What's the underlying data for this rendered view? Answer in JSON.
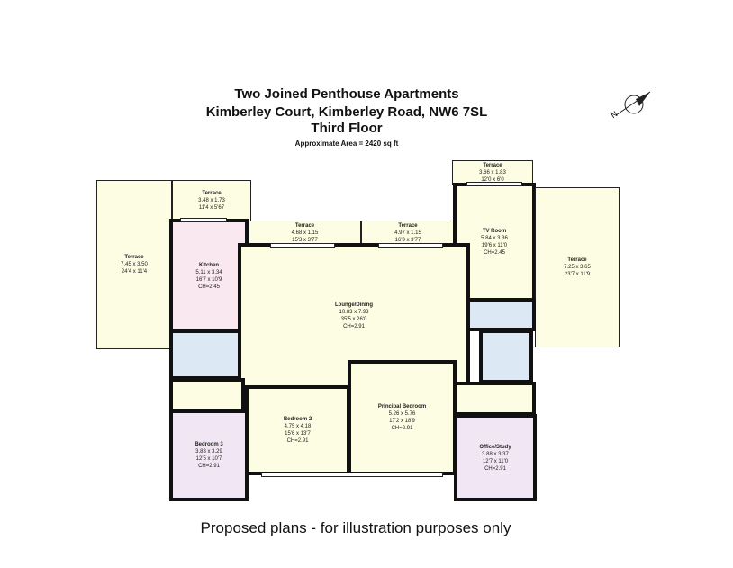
{
  "header": {
    "line1": "Two Joined Penthouse Apartments",
    "line2": "Kimberley Court, Kimberley Road, NW6 7SL",
    "line3": "Third Floor",
    "area": "Approximate Area = 2420 sq ft"
  },
  "compass": "N",
  "rooms": [
    {
      "name": "Terrace",
      "metric": "7.45 x 3.50",
      "imperial": "24'4 x 11'4"
    },
    {
      "name": "Terrace",
      "metric": "3.48 x 1.73",
      "imperial": "11'4 x 5'67"
    },
    {
      "name": "Kitchen",
      "metric": "5.11 x 3.34",
      "imperial": "16'7 x 10'9",
      "ch": "CH=2.45"
    },
    {
      "name": "Terrace",
      "metric": "4.68 x 1.15",
      "imperial": "15'3 x 3'77"
    },
    {
      "name": "Terrace",
      "metric": "4.97 x 1.15",
      "imperial": "16'3 x 3'77"
    },
    {
      "name": "Terrace",
      "metric": "3.66 x 1.83",
      "imperial": "12'0 x 6'0"
    },
    {
      "name": "TV Room",
      "metric": "5.84 x 3.36",
      "imperial": "19'6 x 11'0",
      "ch": "CH=2.45"
    },
    {
      "name": "Terrace",
      "metric": "7.25 x 3.65",
      "imperial": "23'7 x 11'9"
    },
    {
      "name": "Lounge/Dining",
      "metric": "10.83 x 7.93",
      "imperial": "35'5 x 26'0",
      "ch": "CH=2.91"
    },
    {
      "name": "Bedroom 3",
      "metric": "3.83 x 3.29",
      "imperial": "12'5 x 10'7",
      "ch": "CH=2.91"
    },
    {
      "name": "Bedroom 2",
      "metric": "4.75 x 4.18",
      "imperial": "15'6 x 13'7",
      "ch": "CH=2.91"
    },
    {
      "name": "Principal Bedroom",
      "metric": "5.26 x 5.76",
      "imperial": "17'2 x 18'9",
      "ch": "CH=2.91"
    },
    {
      "name": "Office/Study",
      "metric": "3.88 x 3.37",
      "imperial": "12'7 x 11'0",
      "ch": "CH=2.91"
    }
  ],
  "footer": "Proposed plans - for illustration purposes only"
}
